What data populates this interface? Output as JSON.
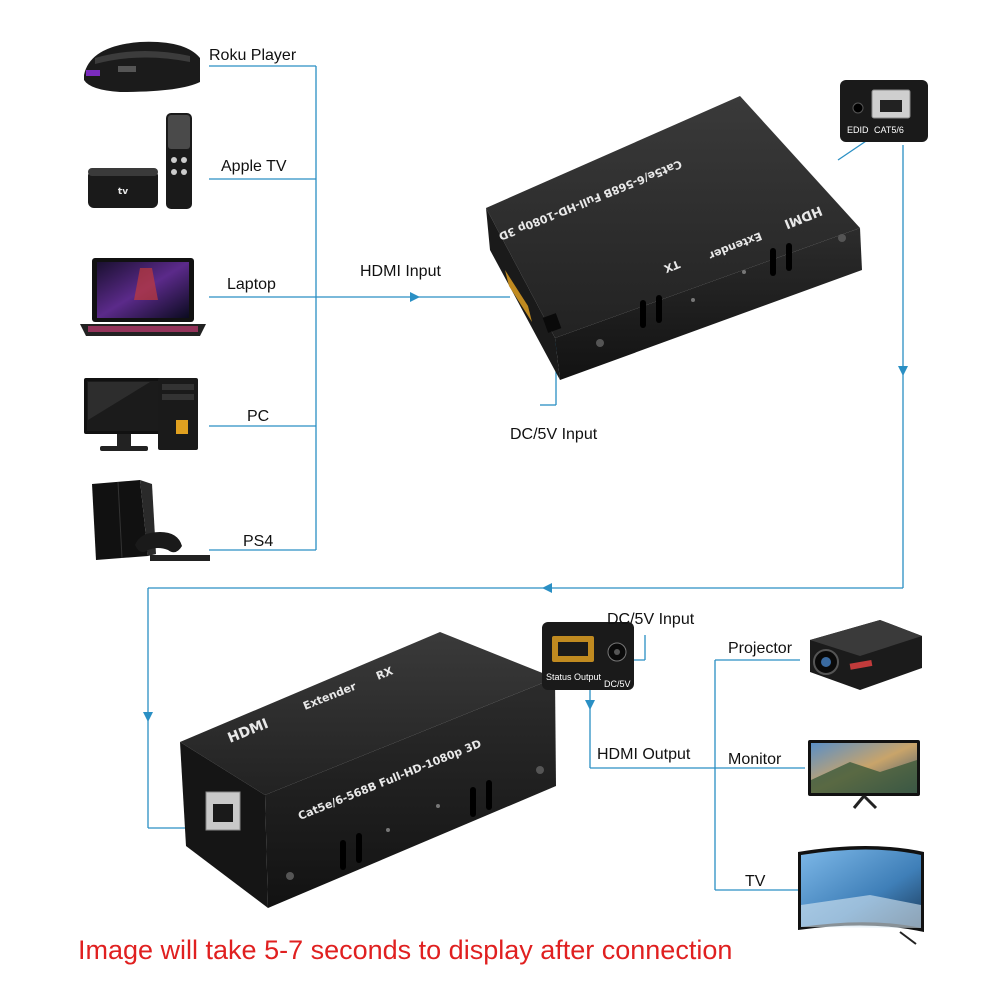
{
  "sources": [
    {
      "label": "Roku Player",
      "icon": "roku-player-icon"
    },
    {
      "label": "Apple TV",
      "icon": "apple-tv-icon"
    },
    {
      "label": "Laptop",
      "icon": "laptop-icon"
    },
    {
      "label": "PC",
      "icon": "pc-icon"
    },
    {
      "label": "PS4",
      "icon": "ps4-icon"
    }
  ],
  "transmitter": {
    "brand": "HDMI",
    "title": "Extender",
    "role": "TX",
    "spec": "Cat5e/6-568B  Full-HD-1080p 3D",
    "hdmi_input_label": "HDMI Input",
    "dc_input_label": "DC/5V Input",
    "port_labels": {
      "edid": "EDID",
      "cat": "CAT5/6"
    }
  },
  "receiver": {
    "brand": "HDMI",
    "title": "Extender",
    "role": "RX",
    "spec": "Cat5e/6-568B  Full-HD-1080p 3D",
    "dc_input_label": "DC/5V Input",
    "hdmi_output_label": "HDMI Output",
    "port_labels": {
      "status": "Status Output",
      "dc": "DC/5V"
    }
  },
  "displays": [
    {
      "label": "Projector",
      "icon": "projector-icon"
    },
    {
      "label": "Monitor",
      "icon": "monitor-icon"
    },
    {
      "label": "TV",
      "icon": "tv-icon"
    }
  ],
  "footer": "Image will take 5-7 seconds to display after connection",
  "colors": {
    "wire": "#2a8fc4",
    "footer_text": "#e02020",
    "device": "#2b2b2b"
  }
}
